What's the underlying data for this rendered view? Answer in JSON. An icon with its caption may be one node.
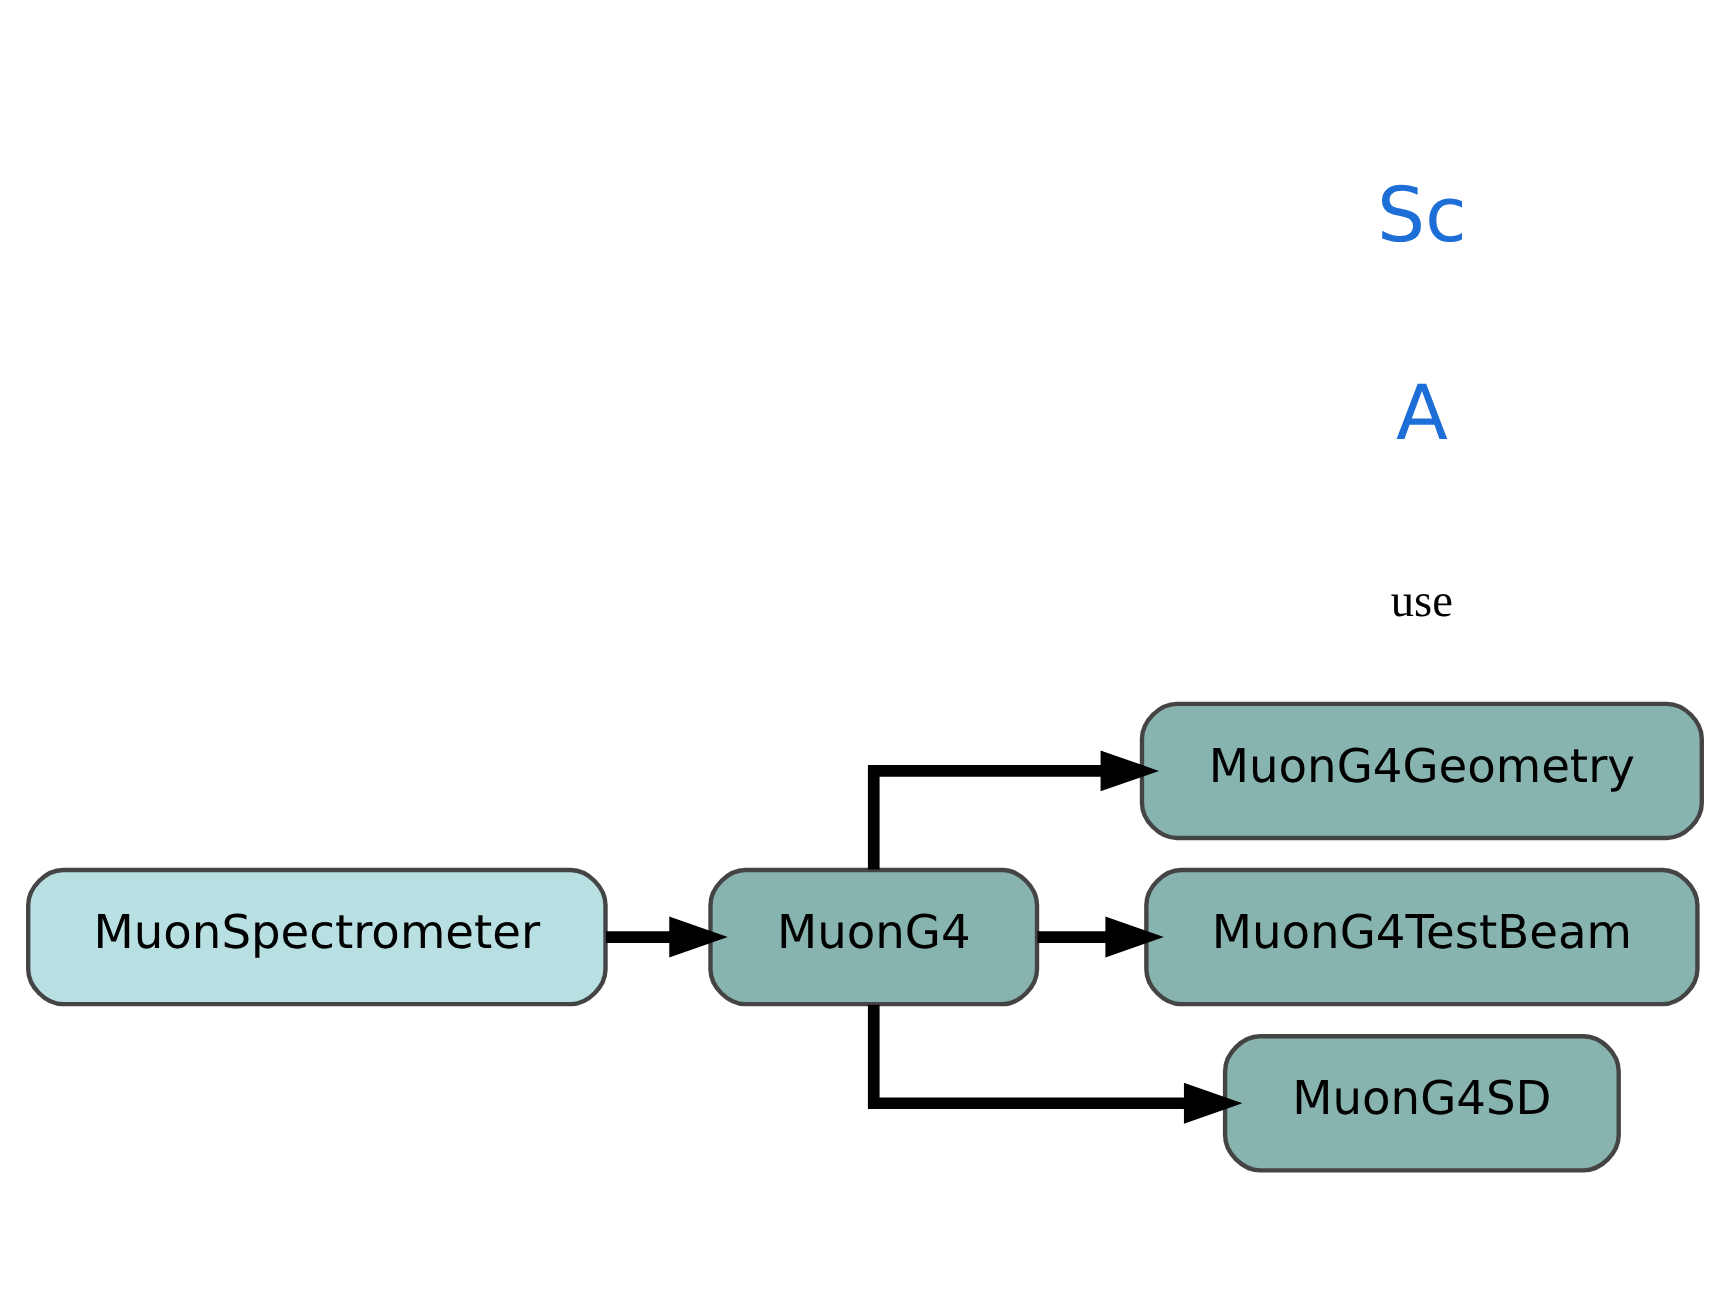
{
  "diagram": {
    "nodes": [
      {
        "text": [
          "MuonSpectrometer"
        ]
      },
      {
        "text": [
          "MuonG4"
        ]
      },
      {
        "text": [
          "MuonG4Geometry"
        ]
      },
      {
        "text": [
          "MuonG4TestBeam"
        ]
      },
      {
        "text": [
          "MuonG4SD"
        ]
      }
    ],
    "edges": [
      {
        "from": 0,
        "to": 1,
        "arrow": "to"
      },
      {
        "from": 1,
        "to": 2,
        "arrow": "to"
      },
      {
        "from": 1,
        "to": 3,
        "arrow": "to"
      },
      {
        "from": 1,
        "to": 4,
        "arrow": "to"
      }
    ],
    "labels": [
      "Sc",
      "A",
      "use"
    ]
  }
}
